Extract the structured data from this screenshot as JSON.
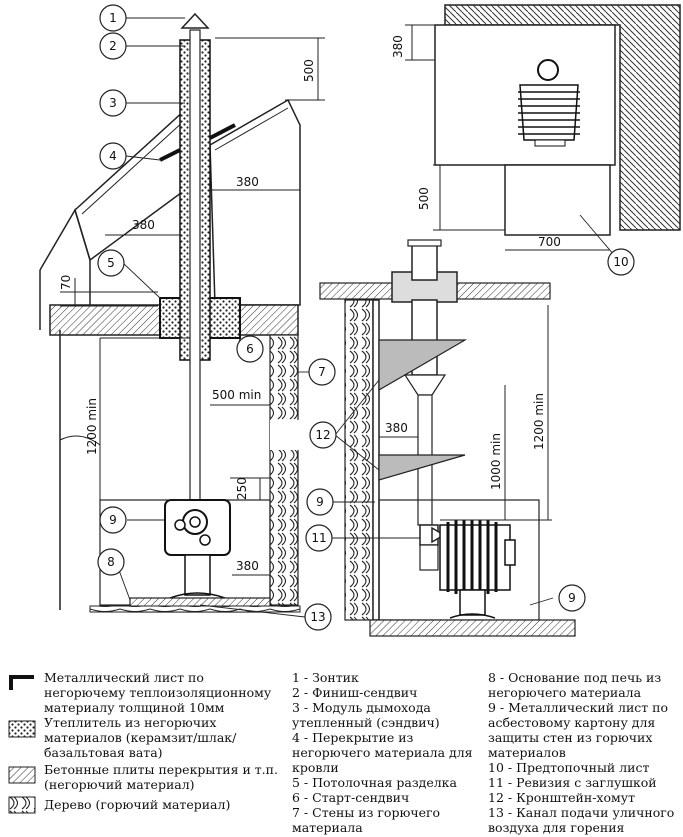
{
  "callouts": {
    "c1": "1",
    "c2": "2",
    "c3": "3",
    "c4": "4",
    "c5": "5",
    "c6": "6",
    "c7": "7",
    "c8": "8",
    "c9a": "9",
    "c9b": "9",
    "c9c": "9",
    "c10": "10",
    "c11": "11",
    "c12": "12",
    "c13": "13"
  },
  "dimensions": {
    "d500_top": "500",
    "d380_roof": "380",
    "d380_left": "380",
    "d70": "70",
    "d500min": "500 min",
    "d1200min_left": "1200 min",
    "d250": "250",
    "d380_stove": "380",
    "d380_top_right": "380",
    "d500_right": "500",
    "d700": "700",
    "d380_mid_right": "380",
    "d1000min": "1000 min",
    "d1200min_right": "1200 min"
  },
  "legend": {
    "metal_sheet": "Металлический лист по негорючему теплоизоляционному материалу толщиной 10мм",
    "insulation": "Утеплитель из негорючих материалов (керамзит/шлак/базальтовая вата)",
    "concrete": "Бетонные плиты перекрытия и т.п. (негорючий материал)",
    "wood": "Дерево (горючий материал)"
  },
  "parts_col1": [
    "1 - Зонтик",
    "2 - Финиш-сендвич",
    "3 - Модуль дымохода утепленный (сэндвич)",
    "4 - Перекрытие из негорючего материала для кровли",
    "5 - Потолочная разделка",
    "6 - Старт-сендвич",
    "7 - Стены из горючего материала"
  ],
  "parts_col2": [
    "8 - Основание под печь из негорючего материала",
    "9 - Металлический лист по асбестовому картону для защиты стен из горючих материалов",
    "10 - Предтопочный лист",
    "11 - Ревизия с заглушкой",
    "12 - Кронштейн-хомут",
    "13 - Канал подачи уличного воздуха для горения"
  ]
}
